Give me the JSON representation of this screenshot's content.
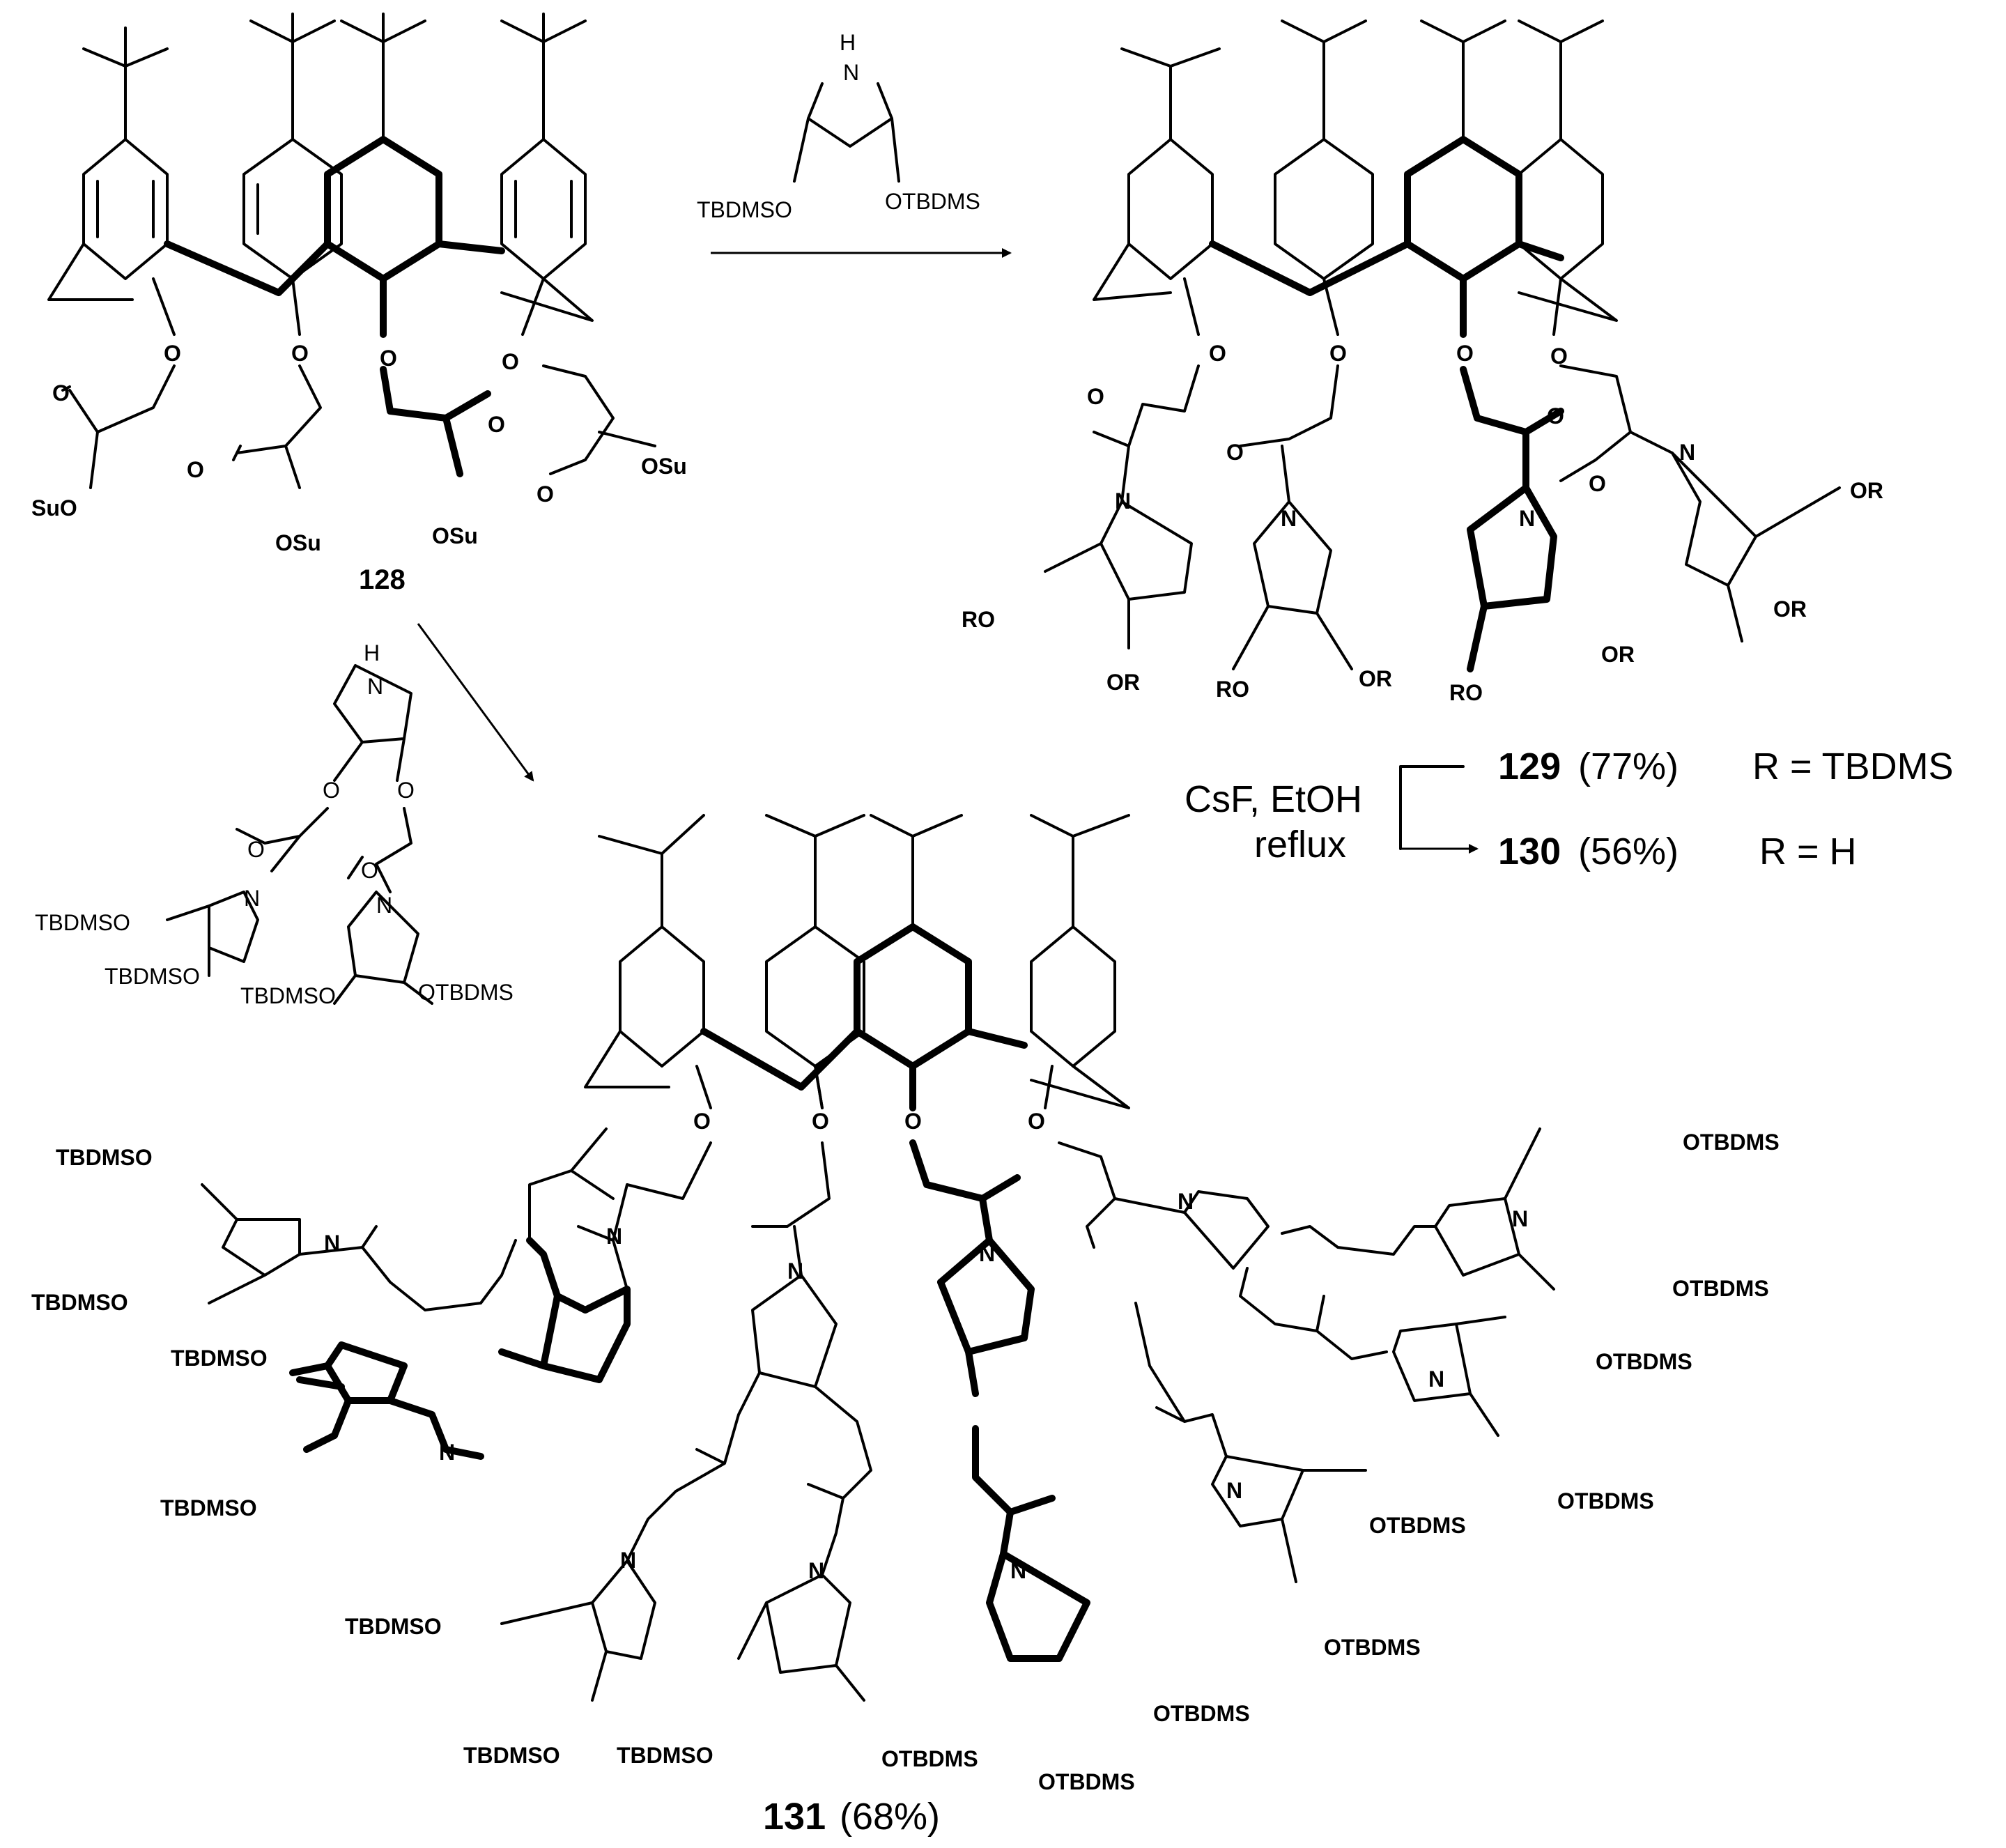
{
  "compounds": {
    "c128": {
      "number": "128",
      "oxygen": "O",
      "ester_group": "OSu",
      "ester_group_left": "SuO"
    },
    "c129": {
      "number": "129",
      "yield": "(77%)",
      "r_definition": "R = TBDMS"
    },
    "c130": {
      "number": "130",
      "yield": "(56%)",
      "r_definition": "R = H"
    },
    "c131": {
      "number": "131",
      "yield": "(68%)"
    }
  },
  "atoms": {
    "nitrogen": "N",
    "amine": "H",
    "oxygen": "O",
    "or_right": "OR",
    "or_left": "RO",
    "otbdms": "OTBDMS",
    "tbdmso": "TBDMSO"
  },
  "reagents": {
    "upper_arrow": {
      "substituent_left": "TBDMSO",
      "substituent_right": "OTBDMS"
    },
    "deprotection": {
      "line1": "CsF,  EtOH",
      "line2": "reflux"
    }
  }
}
